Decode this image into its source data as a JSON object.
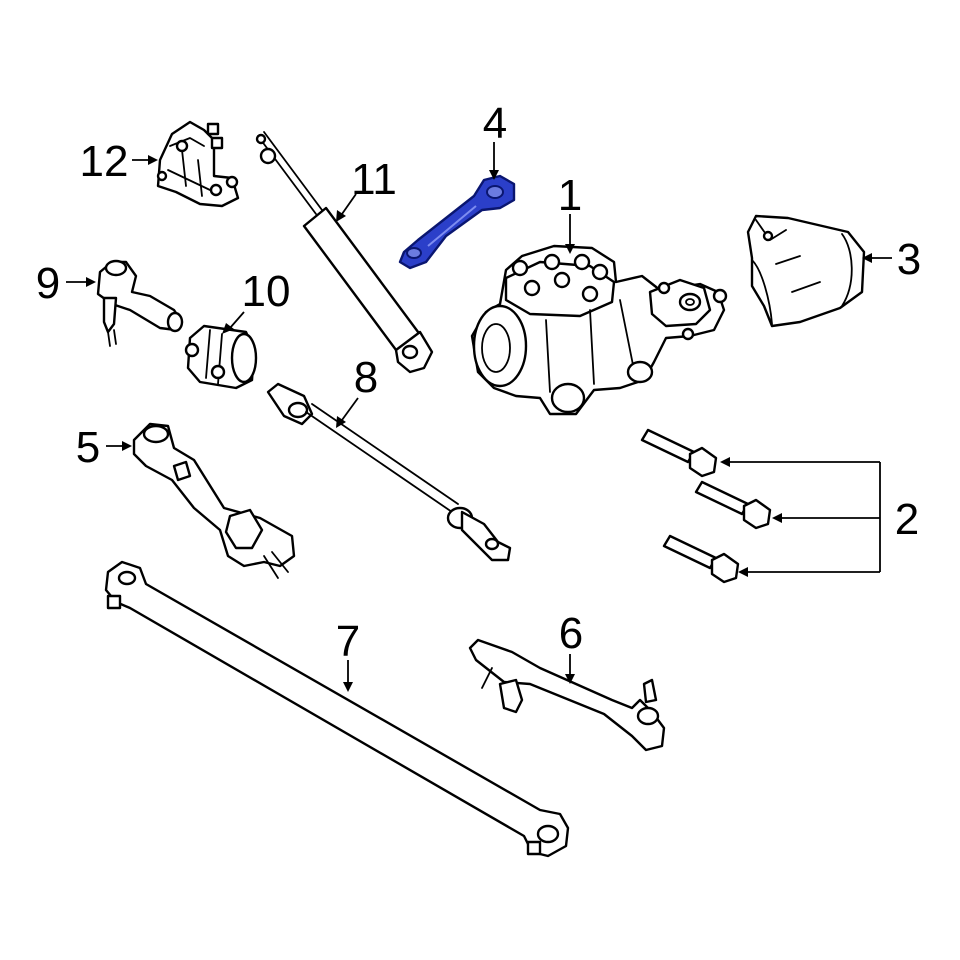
{
  "colors": {
    "background": "#ffffff",
    "line": "#000000",
    "highlight_fill": "#2b3fc9",
    "highlight_stroke": "#0a1670"
  },
  "parts": [
    {
      "label": "1",
      "highlighted": false
    },
    {
      "label": "2",
      "highlighted": false
    },
    {
      "label": "3",
      "highlighted": false
    },
    {
      "label": "4",
      "highlighted": true
    },
    {
      "label": "5",
      "highlighted": false
    },
    {
      "label": "6",
      "highlighted": false
    },
    {
      "label": "7",
      "highlighted": false
    },
    {
      "label": "8",
      "highlighted": false
    },
    {
      "label": "9",
      "highlighted": false
    },
    {
      "label": "10",
      "highlighted": false
    },
    {
      "label": "11",
      "highlighted": false
    },
    {
      "label": "12",
      "highlighted": false
    }
  ]
}
